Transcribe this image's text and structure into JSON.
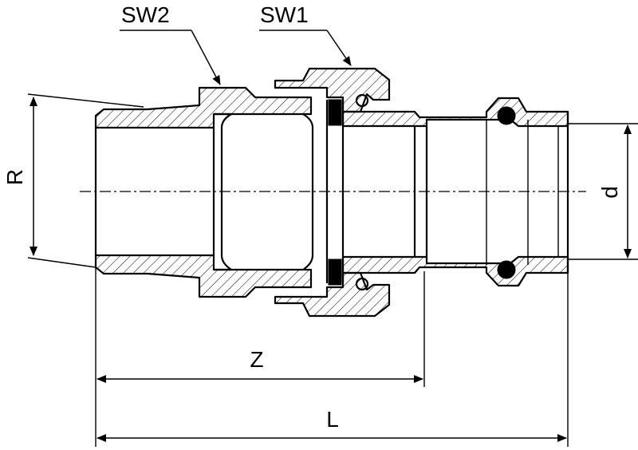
{
  "labels": {
    "sw2": "SW2",
    "sw1": "SW1",
    "r": "R",
    "d": "d",
    "z": "Z",
    "l": "L"
  }
}
